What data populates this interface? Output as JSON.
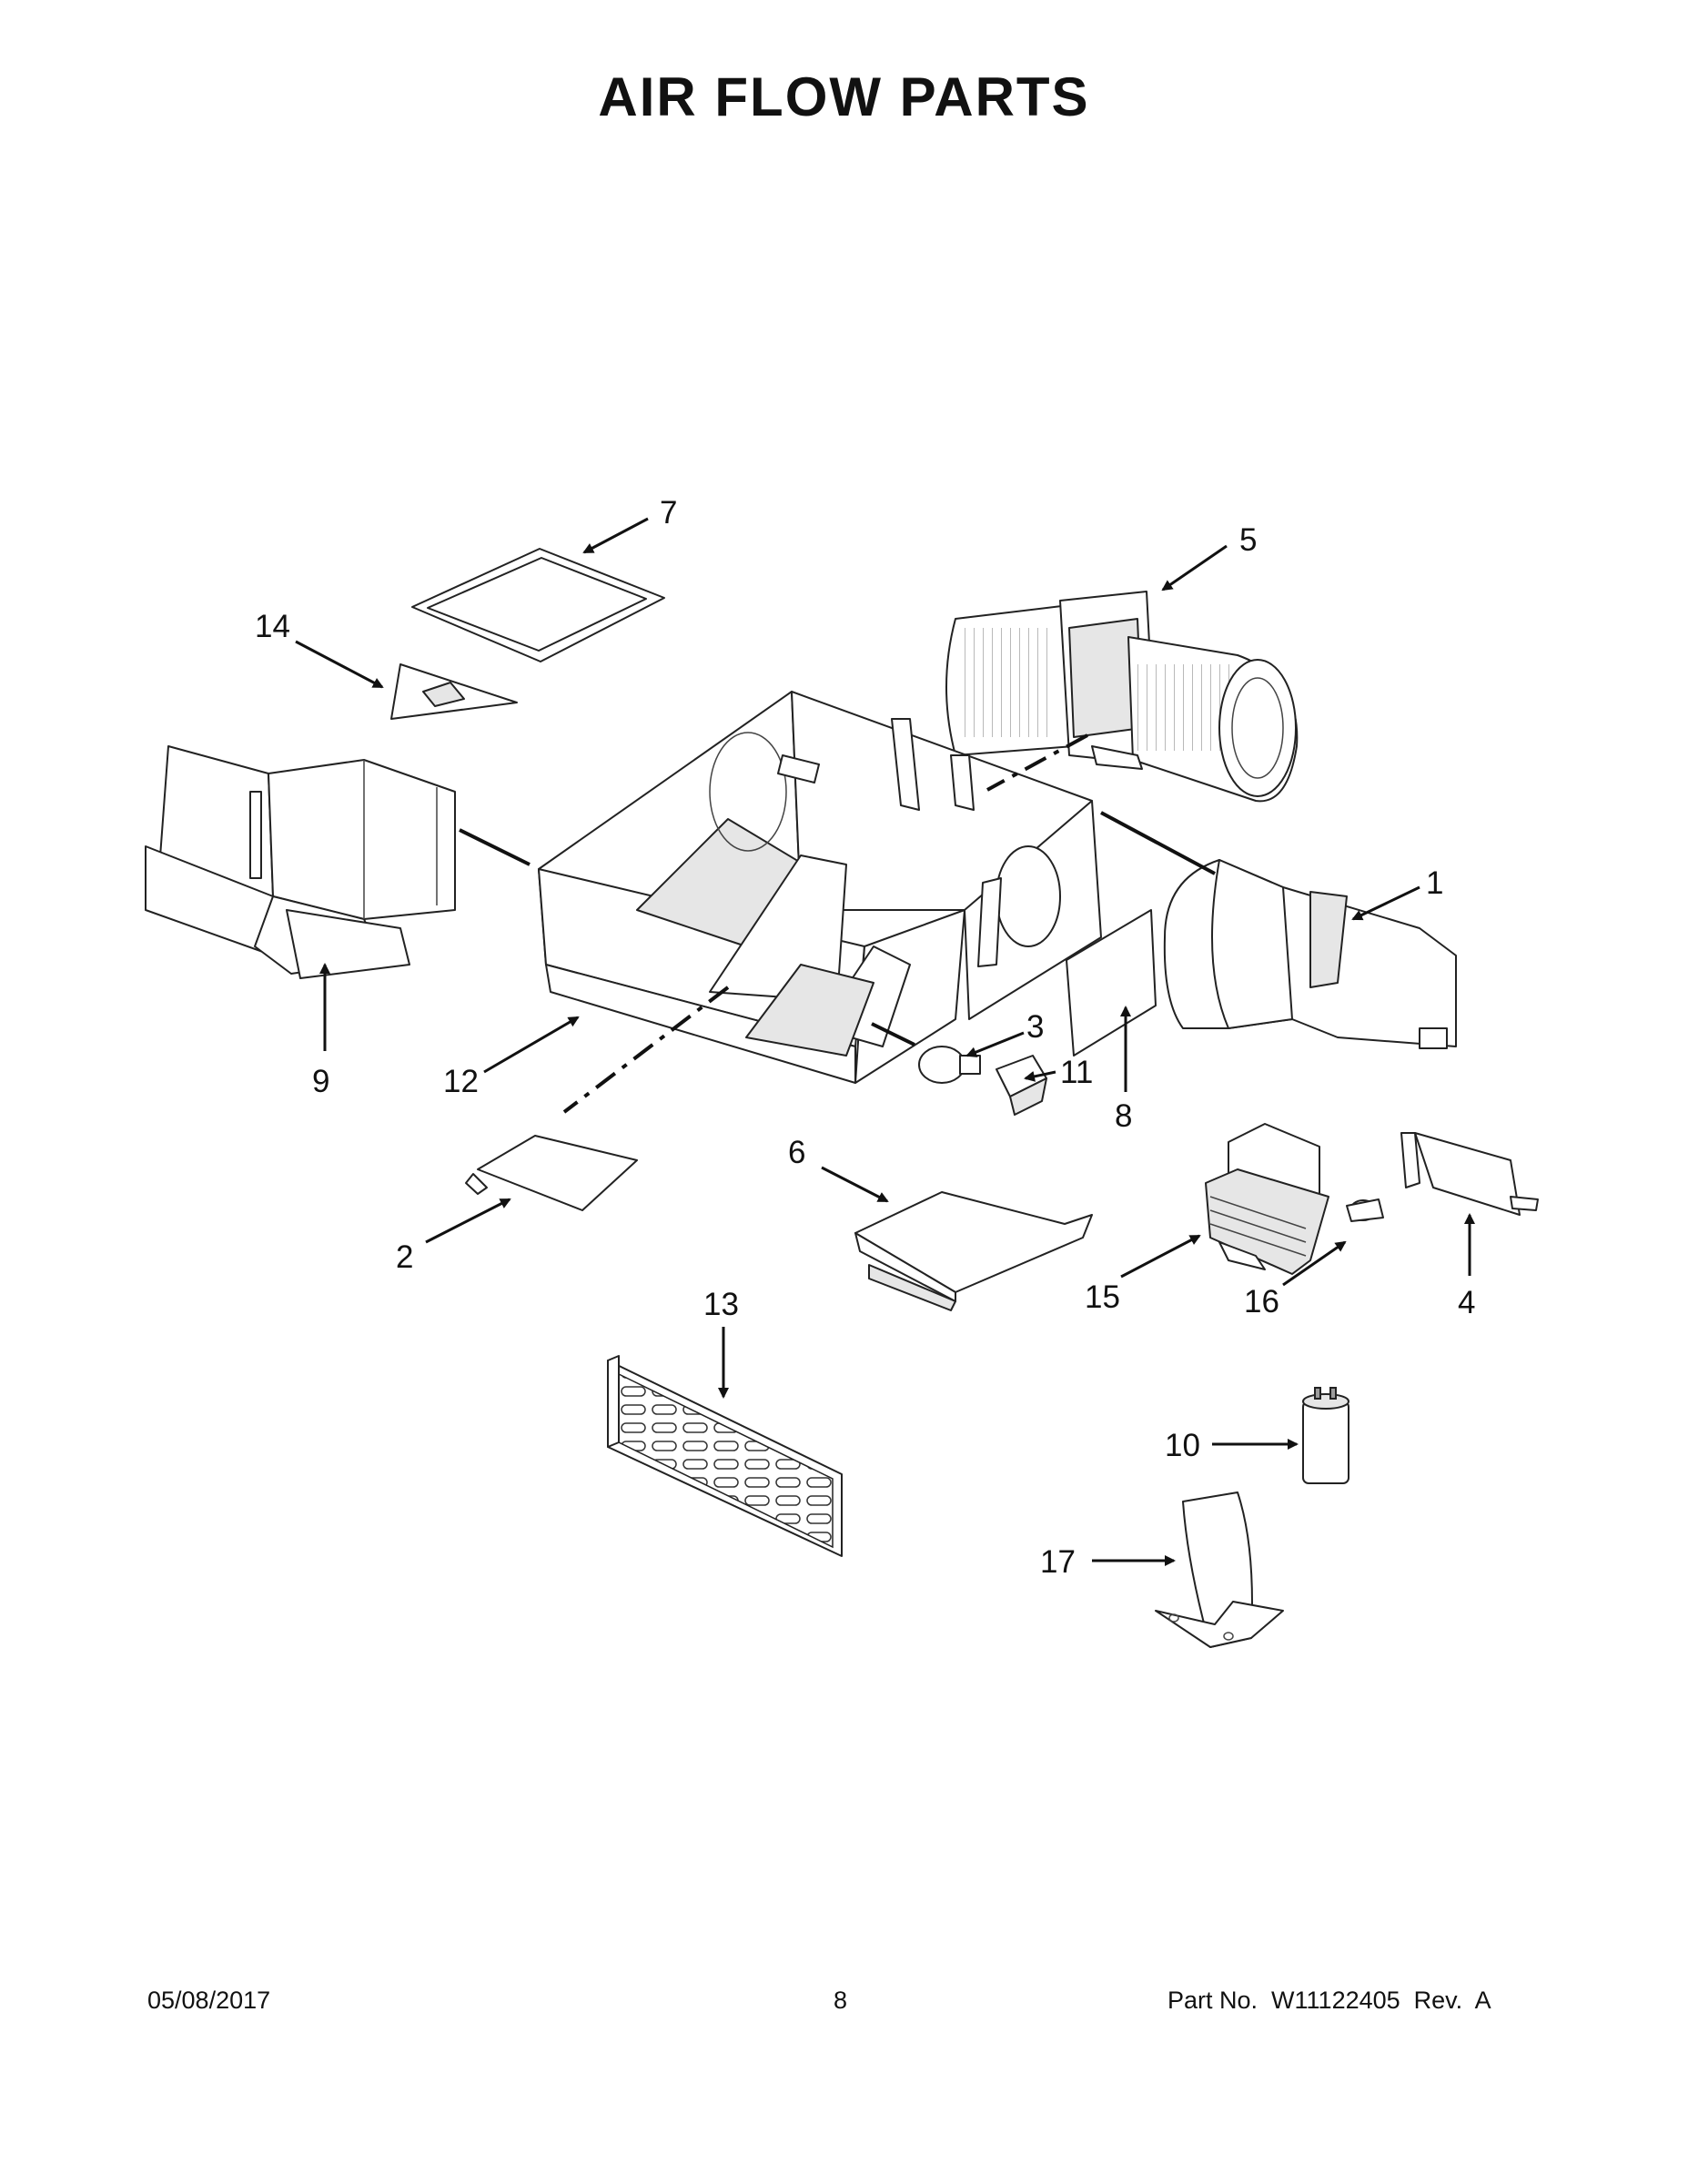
{
  "page": {
    "title": "AIR FLOW PARTS",
    "date": "05/08/2017",
    "page_number": "8",
    "part_info": "Part No.  W11122405  Rev.  A"
  },
  "callouts": {
    "c1": "1",
    "c2": "2",
    "c3": "3",
    "c4": "4",
    "c5": "5",
    "c6": "6",
    "c7": "7",
    "c8": "8",
    "c9": "9",
    "c10": "10",
    "c11": "11",
    "c12": "12",
    "c13": "13",
    "c14": "14",
    "c15": "15",
    "c16": "16",
    "c17": "17"
  }
}
